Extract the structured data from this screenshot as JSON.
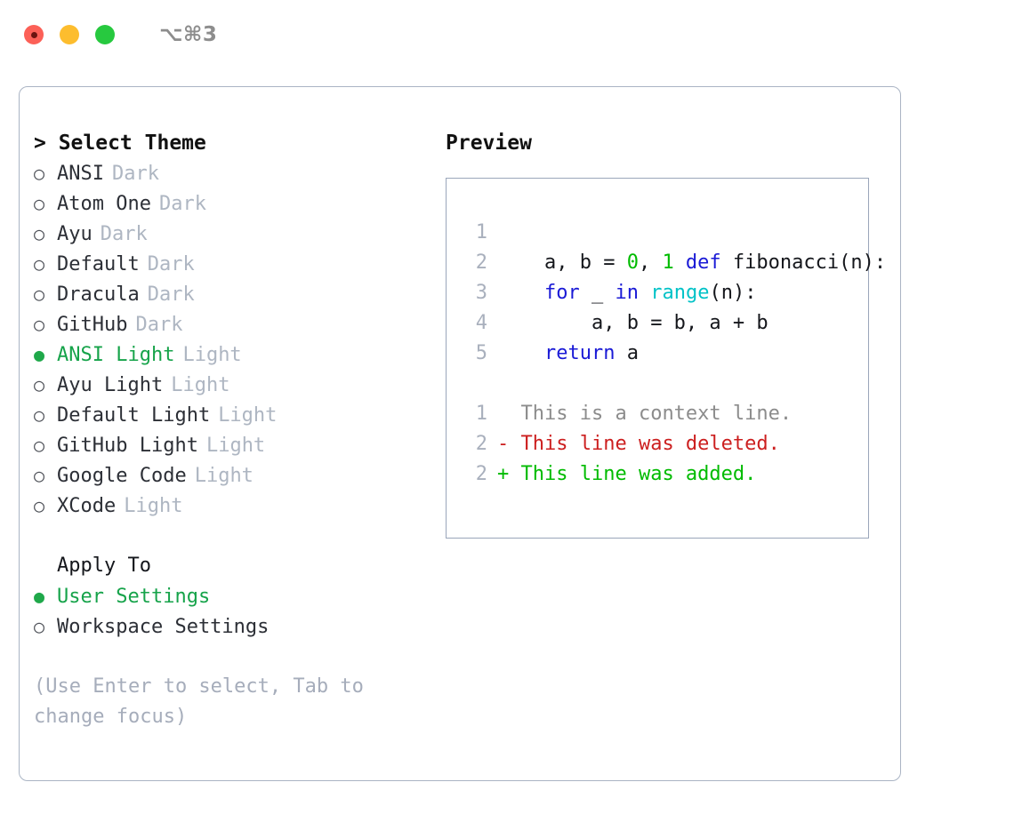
{
  "titlebar": {
    "shortcut": "⌥⌘3",
    "dots": [
      "close-red",
      "minimize-yellow",
      "maximize-green"
    ]
  },
  "theme_picker": {
    "header": "> Select Theme",
    "items": [
      {
        "marker": "○",
        "name": "ANSI",
        "kind": "Dark",
        "selected": false
      },
      {
        "marker": "○",
        "name": "Atom One",
        "kind": "Dark",
        "selected": false
      },
      {
        "marker": "○",
        "name": "Ayu",
        "kind": "Dark",
        "selected": false
      },
      {
        "marker": "○",
        "name": "Default",
        "kind": "Dark",
        "selected": false
      },
      {
        "marker": "○",
        "name": "Dracula",
        "kind": "Dark",
        "selected": false
      },
      {
        "marker": "○",
        "name": "GitHub",
        "kind": "Dark",
        "selected": false
      },
      {
        "marker": "●",
        "name": "ANSI Light",
        "kind": "Light",
        "selected": true
      },
      {
        "marker": "○",
        "name": "Ayu Light",
        "kind": "Light",
        "selected": false
      },
      {
        "marker": "○",
        "name": "Default Light",
        "kind": "Light",
        "selected": false
      },
      {
        "marker": "○",
        "name": "GitHub Light",
        "kind": "Light",
        "selected": false
      },
      {
        "marker": "○",
        "name": "Google Code",
        "kind": "Light",
        "selected": false
      },
      {
        "marker": "○",
        "name": "XCode",
        "kind": "Light",
        "selected": false
      }
    ]
  },
  "apply_to": {
    "label": "Apply To",
    "items": [
      {
        "marker": "●",
        "name": "User Settings",
        "selected": true
      },
      {
        "marker": "○",
        "name": "Workspace Settings",
        "selected": false
      }
    ]
  },
  "hint": "(Use Enter to select, Tab to change focus)",
  "preview": {
    "title": "Preview",
    "code_lines": [
      {
        "num": "1",
        "indent": "",
        "tokens": [
          {
            "t": "def",
            "c": "kw"
          },
          {
            "t": " fibonacci(n):",
            "c": "pln"
          }
        ]
      },
      {
        "num": "2",
        "indent": "    ",
        "tokens": [
          {
            "t": "a, b = ",
            "c": "pln"
          },
          {
            "t": "0",
            "c": "num"
          },
          {
            "t": ", ",
            "c": "pln"
          },
          {
            "t": "1",
            "c": "num"
          }
        ]
      },
      {
        "num": "3",
        "indent": "    ",
        "tokens": [
          {
            "t": "for",
            "c": "kw"
          },
          {
            "t": " _ ",
            "c": "pln"
          },
          {
            "t": "in",
            "c": "kw"
          },
          {
            "t": " ",
            "c": "pln"
          },
          {
            "t": "range",
            "c": "fn"
          },
          {
            "t": "(n):",
            "c": "pln"
          }
        ]
      },
      {
        "num": "4",
        "indent": "        ",
        "tokens": [
          {
            "t": "a, b = b, a + b",
            "c": "pln"
          }
        ]
      },
      {
        "num": "5",
        "indent": "    ",
        "tokens": [
          {
            "t": "return",
            "c": "kw"
          },
          {
            "t": " a",
            "c": "pln"
          }
        ]
      }
    ],
    "diff_lines": [
      {
        "num": "1",
        "prefix": "  ",
        "text": "This is a context line.",
        "kind": "ctx"
      },
      {
        "num": "2",
        "prefix": "- ",
        "text": "This line was deleted.",
        "kind": "del"
      },
      {
        "num": "2",
        "prefix": "+ ",
        "text": "This line was added.",
        "kind": "add"
      }
    ]
  },
  "colors": {
    "accent_green": "#16a34a",
    "muted": "#aeb6c2",
    "keyword_blue": "#1a1ad6",
    "function_cyan": "#00c2c7",
    "number_green": "#00bb00",
    "diff_delete_red": "#cc1f1f",
    "diff_add_green": "#00bb00",
    "border": "#aab4c4"
  }
}
